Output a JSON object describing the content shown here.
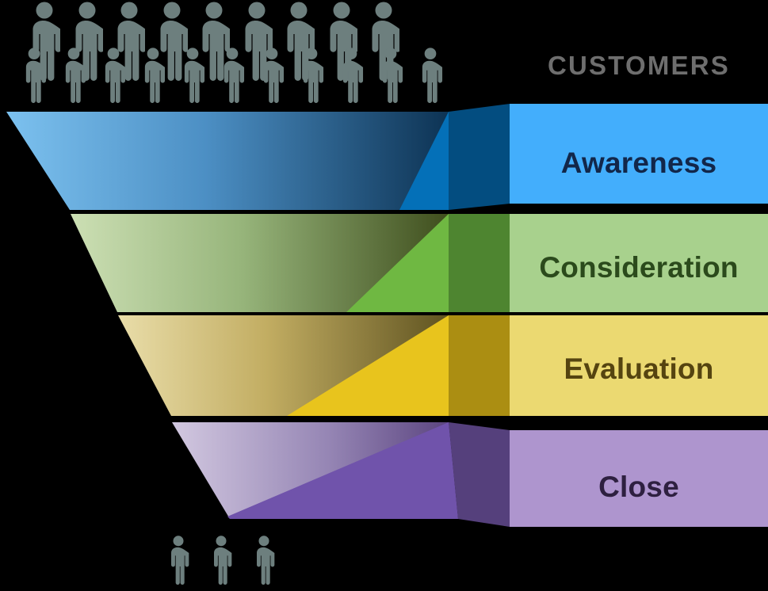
{
  "diagram": {
    "title_heading": "CUSTOMERS",
    "heading_color": "#6e6e6e",
    "background_color": "#000000",
    "type": "sales-funnel",
    "people_icon_color": "#6d7f7e",
    "people_top_row_1_count": 9,
    "people_top_row_2_count": 11,
    "people_bottom_count": 3
  },
  "stages": [
    {
      "id": "awareness",
      "label": "Awareness",
      "panel_color": "#43aefc",
      "text_color": "#12274a",
      "funnel_gradient_from": "#77bdec",
      "funnel_gradient_to": "#0e3654",
      "strip_color": "#0470b8",
      "fold_color": "#034d80"
    },
    {
      "id": "consideration",
      "label": "Consideration",
      "panel_color": "#a8d18d",
      "text_color": "#2b4a1c",
      "funnel_gradient_from": "#c4dcac",
      "funnel_gradient_to": "#46551f",
      "strip_color": "#6fb842",
      "fold_color": "#4e8530"
    },
    {
      "id": "evaluation",
      "label": "Evaluation",
      "panel_color": "#ebd971",
      "text_color": "#554410",
      "funnel_gradient_from": "#e6d89e",
      "funnel_gradient_to": "#6a5b20",
      "strip_color": "#e8c41d",
      "fold_color": "#ab8e12"
    },
    {
      "id": "close",
      "label": "Close",
      "panel_color": "#ae95ce",
      "text_color": "#2e2040",
      "funnel_gradient_from": "#c9bddc",
      "funnel_gradient_to": "#5d4580",
      "strip_color": "#7053ab",
      "fold_color": "#55407c"
    }
  ]
}
